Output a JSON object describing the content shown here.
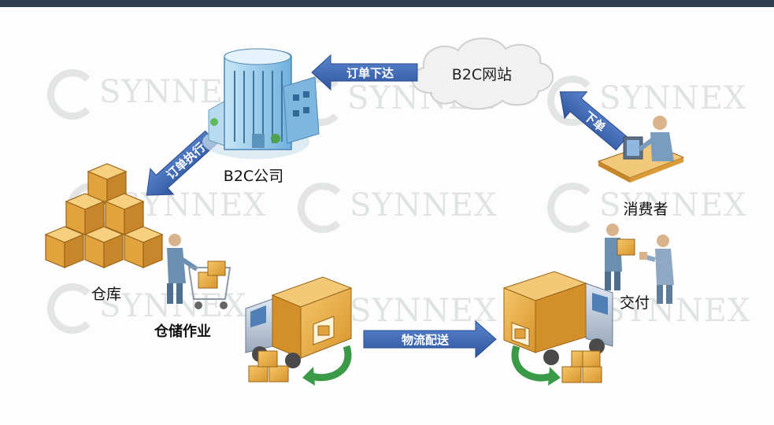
{
  "watermark": "SYNNEX",
  "nodes": {
    "website": "B2C网站",
    "company": "B2C公司",
    "warehouse": "仓库",
    "storage_operation": "仓储作业",
    "consumer": "消费者",
    "delivery": "交付"
  },
  "arrows": {
    "order_dispatch": "订单下达",
    "order_execution": "订单执行",
    "place_order": "下单",
    "logistics_delivery": "物流配送"
  },
  "colors": {
    "arrow": "#3c68b5",
    "box": "#e6a93c",
    "building": "#8fc6e8",
    "cloud": "#f0f0f0"
  }
}
